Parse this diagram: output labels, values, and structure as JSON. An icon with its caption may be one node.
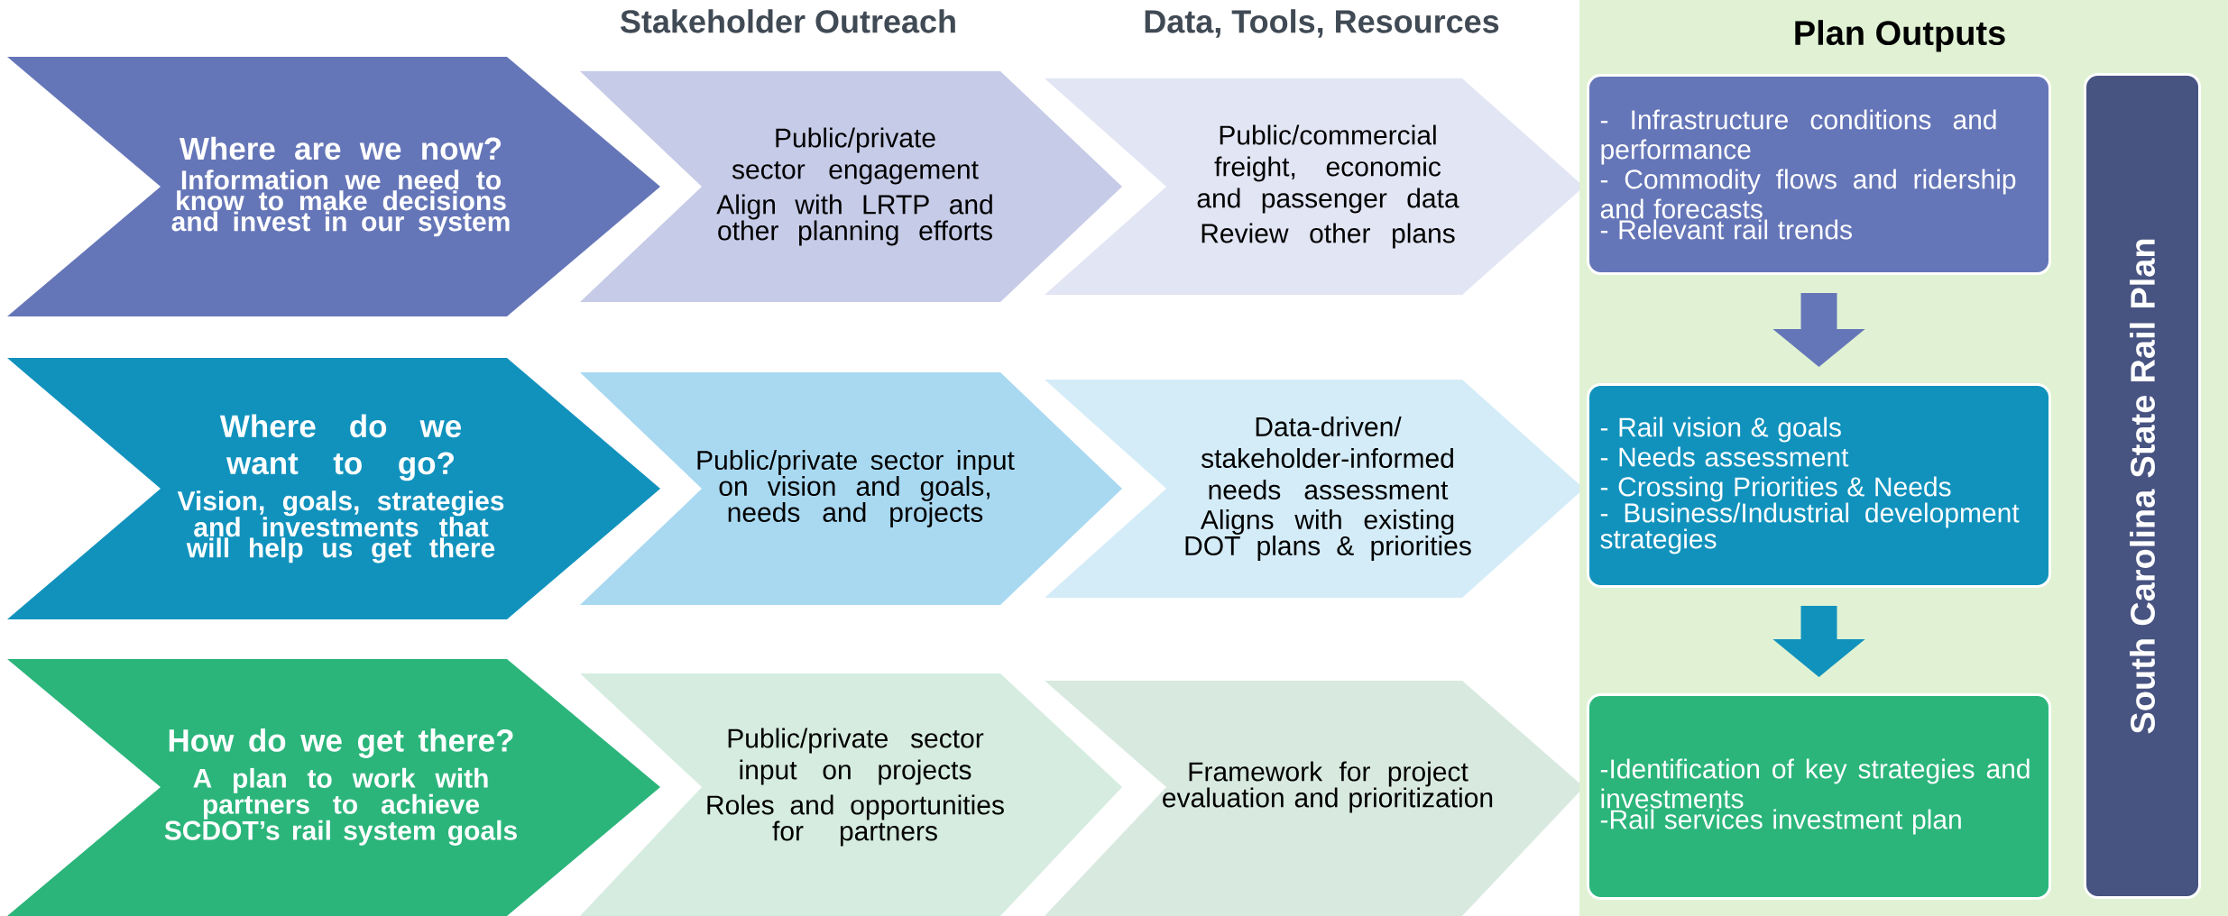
{
  "diagram": {
    "nodes": [
      {
        "text": [
          "Where are we now?",
          "Information we need to know to make decisions and invest in our system"
        ]
      },
      {
        "text": [
          "Public/private sector engagement",
          "Align with LRTP and other planning efforts"
        ]
      },
      {
        "text": [
          "Public/commercial freight, economic and passenger data",
          "Review other plans"
        ]
      },
      {
        "text": [
          "Where do we want to go?",
          "Vision, goals, strategies and investments that will help us get there"
        ]
      },
      {
        "text": [
          "Public/private sector input  on vision and goals, needs and projects"
        ]
      },
      {
        "text": [
          "Data-driven/ stakeholder-informed needs assessment",
          "Aligns with existing DOT plans & priorities"
        ]
      },
      {
        "text": [
          "How do we get there?",
          "A plan to work with partners to achieve SCDOT’s rail system goals"
        ]
      },
      {
        "text": [
          "Public/private sector input on projects",
          "Roles and opportunities for partners"
        ]
      },
      {
        "text": [
          "Framework for project evaluation and prioritization"
        ]
      },
      {
        "text": [
          "Plan Outputs"
        ]
      },
      {
        "text": [
          "- Infrastructure conditions and performance",
          "- Commodity flows and ridership and forecasts",
          "- Relevant rail trends"
        ],
        "in": 9
      },
      {
        "text": [
          "- Rail vision & goals",
          "- Needs assessment",
          "- Crossing Priorities & Needs",
          "- Business/Industrial development strategies"
        ],
        "in": 9
      },
      {
        "text": [
          "-Identification of key strategies and investments",
          "-Rail services investment plan"
        ],
        "in": 9
      },
      {
        "text": [
          "South Carolina State Rail Plan"
        ],
        "in": 9
      }
    ],
    "edges": [
      {
        "from": 10,
        "to": 11,
        "arrow": "to",
        "color": "#6576b8"
      },
      {
        "from": 11,
        "to": 12,
        "arrow": "to",
        "color": "#1192bd"
      }
    ],
    "labels": [
      "Stakeholder Outreach",
      "Data, Tools, Resources"
    ]
  }
}
